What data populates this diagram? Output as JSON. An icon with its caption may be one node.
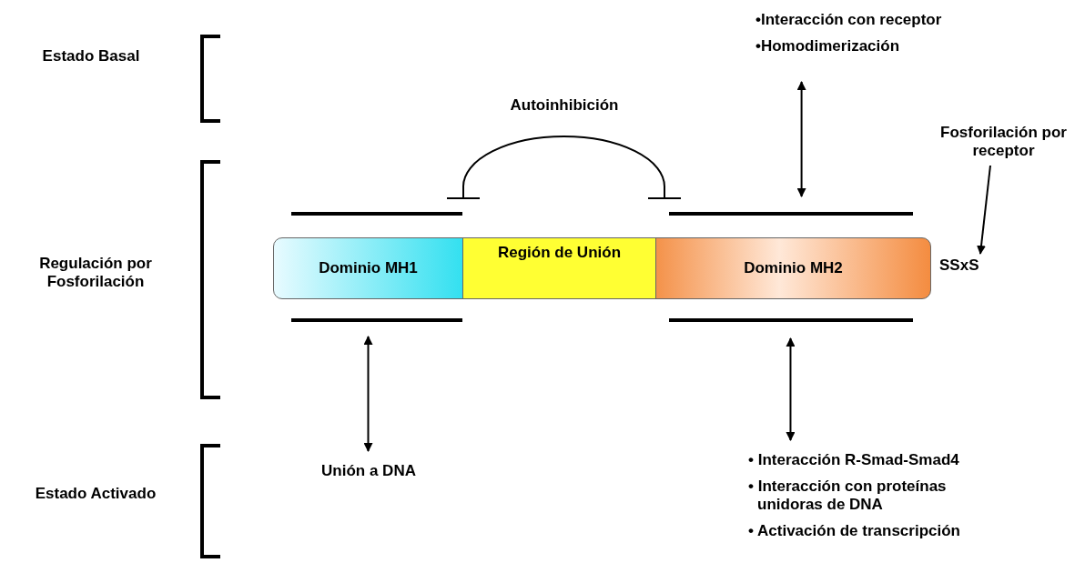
{
  "diagram": {
    "nodes": [
      {
        "text": [
          "Dominio MH1"
        ]
      },
      {
        "text": [
          "Región de Unión"
        ]
      },
      {
        "text": [
          "Dominio MH2"
        ]
      },
      {
        "text": [
          "•Interacción con receptor",
          "•Homodimerización"
        ]
      },
      {
        "text": [
          "Unión a DNA"
        ]
      },
      {
        "text": [
          "• Interacción R-Smad-Smad4",
          "• Interacción con proteínas unidoras de DNA",
          "• Activación de transcripción"
        ]
      },
      {
        "text": [
          "Fosforilación por receptor"
        ]
      },
      {
        "text": [
          "SSxS"
        ]
      }
    ],
    "edges": [
      {
        "from": 2,
        "to": 3,
        "arrow": "both"
      },
      {
        "from": 0,
        "to": 4,
        "arrow": "both"
      },
      {
        "from": 2,
        "to": 5,
        "arrow": "both"
      },
      {
        "from": 0,
        "to": 2,
        "arrow": "other",
        "label": "Autoinhibición"
      },
      {
        "from": 6,
        "to": 7,
        "arrow": "to"
      }
    ],
    "labels": [
      "Estado Basal",
      "Regulación por Fosforilación",
      "Estado Activado"
    ]
  }
}
